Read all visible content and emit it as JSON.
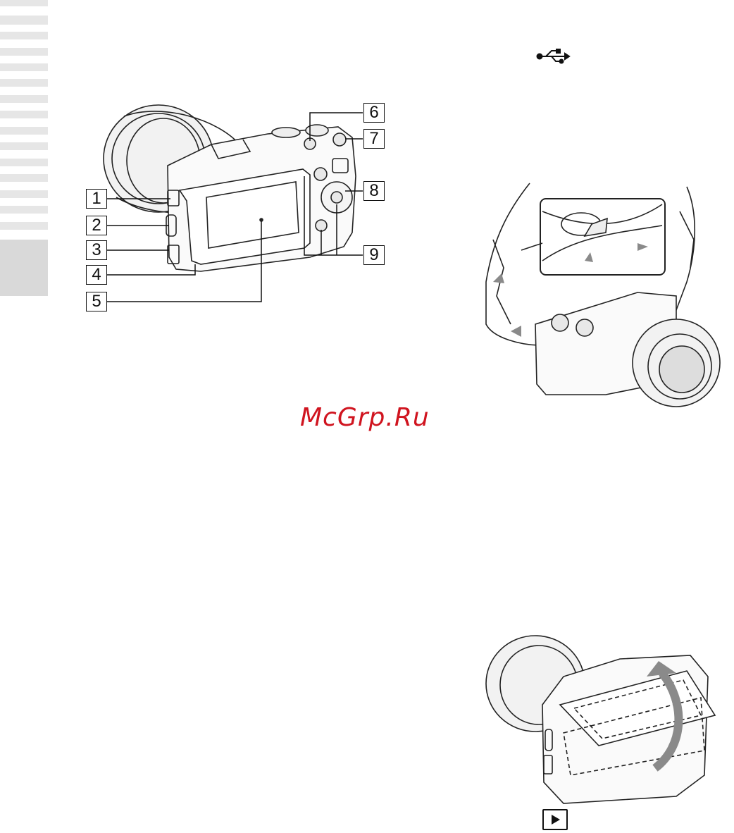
{
  "callouts": [
    "1",
    "2",
    "3",
    "4",
    "5",
    "6",
    "7",
    "8",
    "9"
  ],
  "watermark": "McGrp.Ru",
  "icons": {
    "usb": "usb-icon",
    "playback": "playback-button-icon"
  },
  "colors": {
    "side_tab": "#e6e6e6",
    "watermark": "#d0141f"
  }
}
